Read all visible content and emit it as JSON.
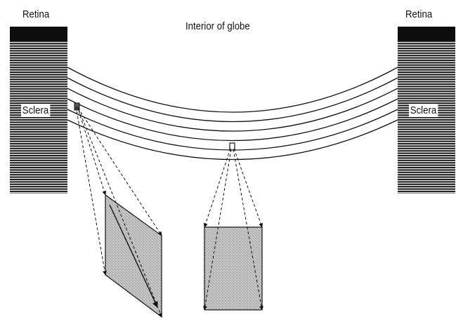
{
  "labels": {
    "retina_left": "Retina",
    "retina_right": "Retina",
    "sclera_left": "Sclera",
    "sclera_right": "Sclera",
    "interior": "Interior of globe"
  },
  "colors": {
    "ink": "#111111",
    "stripe": "#1a1a1a",
    "retina_band": "#0d0d0d",
    "section_fill": "#bdbdbd"
  }
}
